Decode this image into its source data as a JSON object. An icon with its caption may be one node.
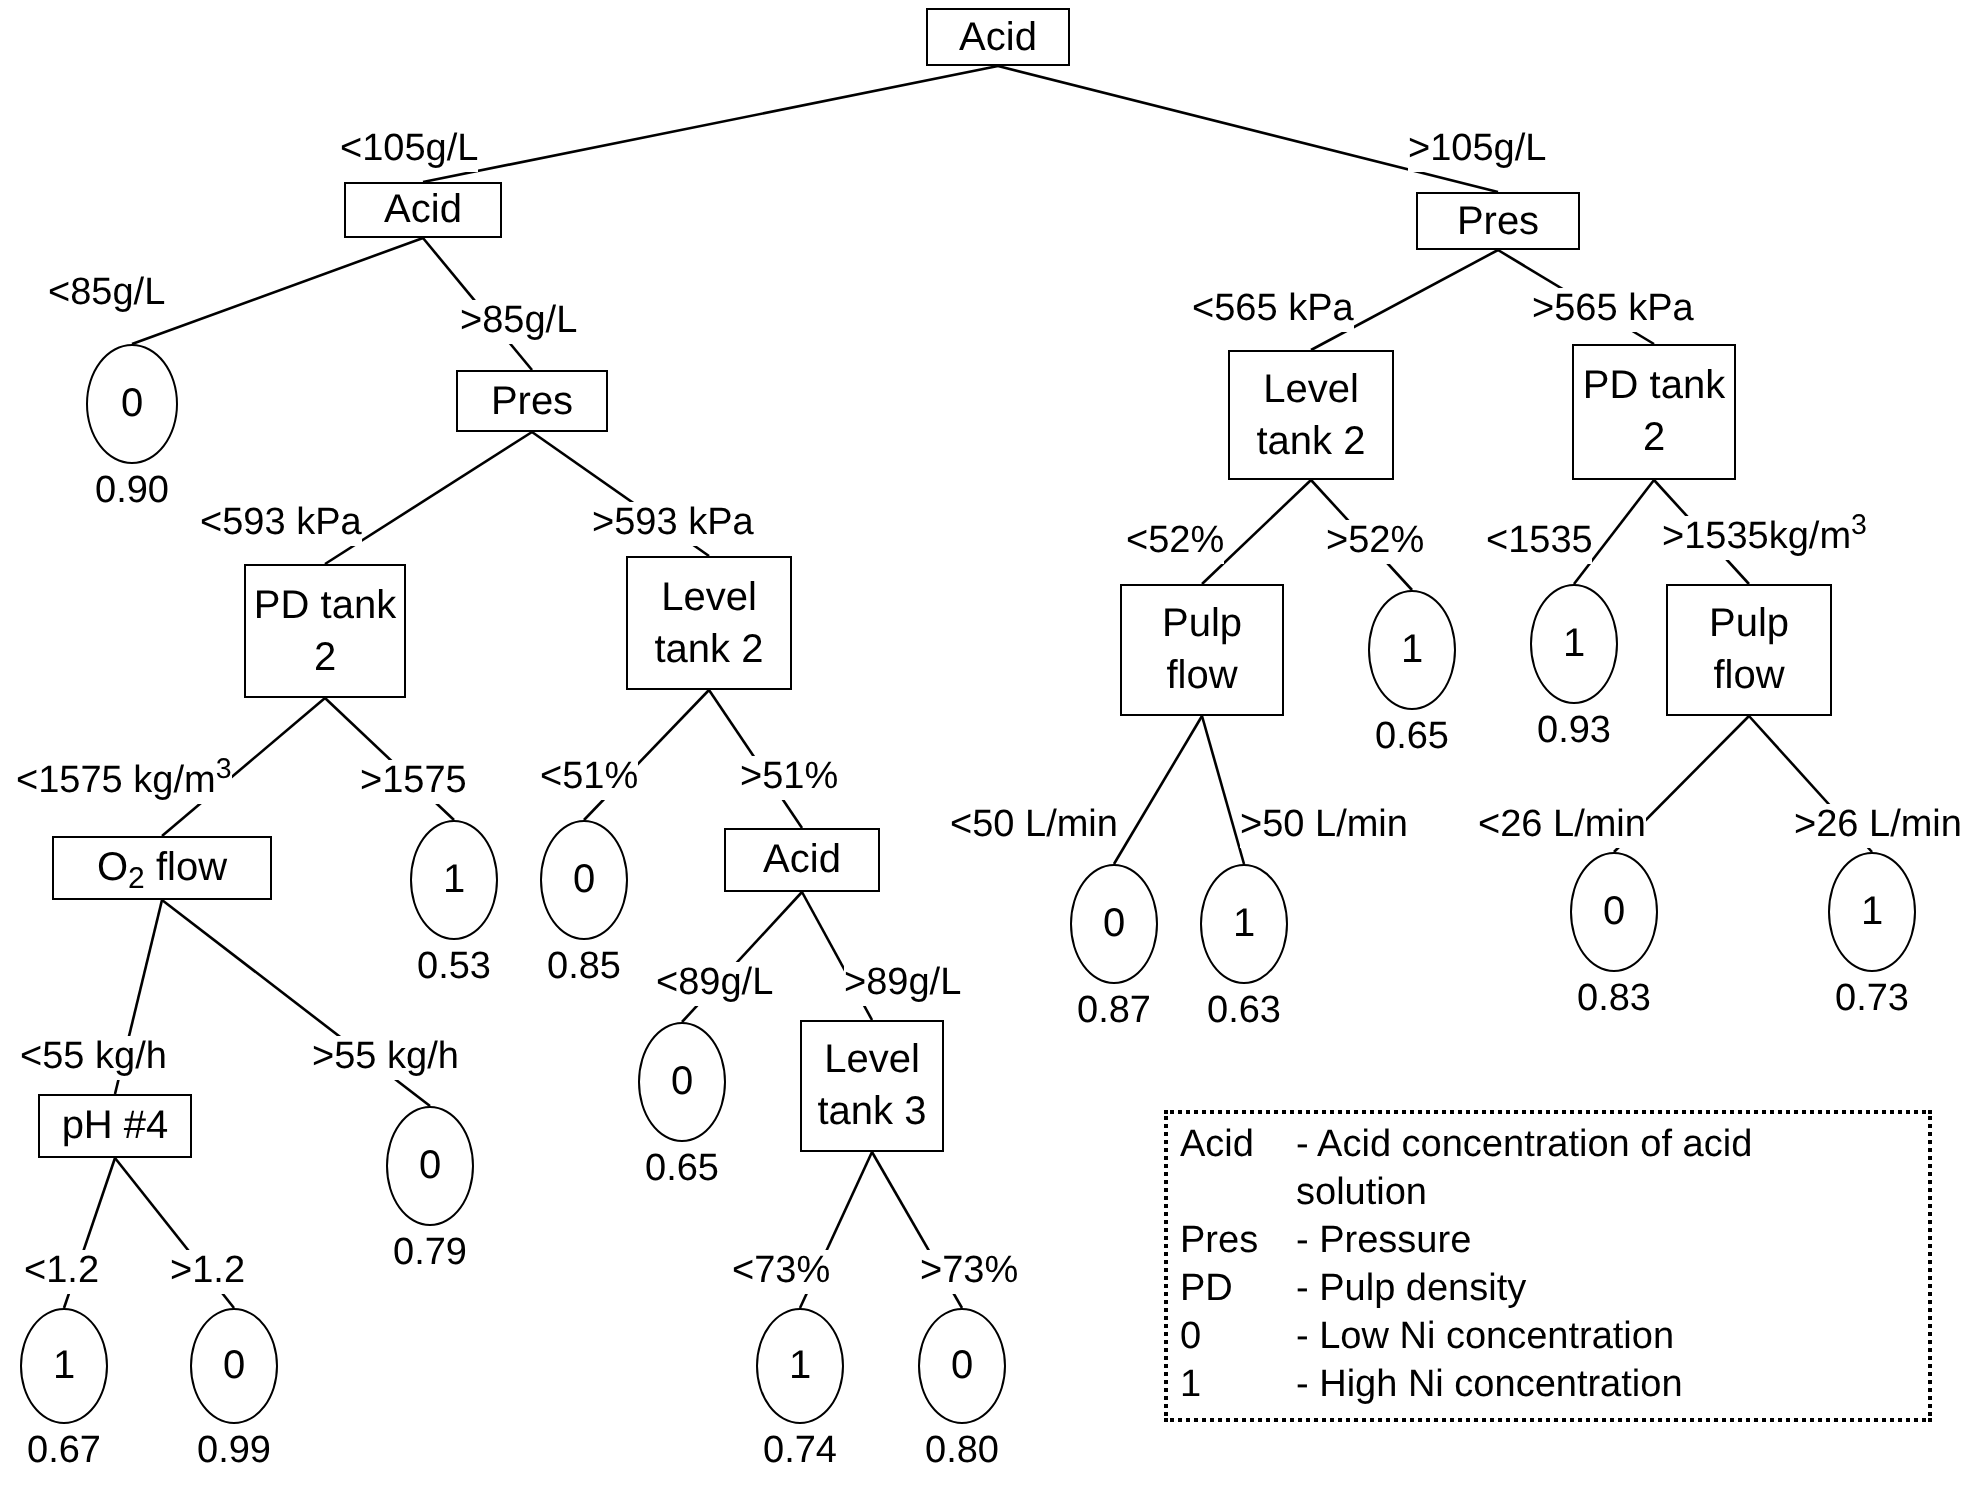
{
  "diagram": {
    "nodes": [
      {
        "text": [
          "Acid"
        ]
      },
      {
        "text": [
          "Acid"
        ]
      },
      {
        "text": [
          "Pres"
        ]
      },
      {
        "text": [
          "0"
        ],
        "beside": [
          "0.90"
        ]
      },
      {
        "text": [
          "Pres"
        ]
      },
      {
        "text": [
          "Level tank 2"
        ]
      },
      {
        "text": [
          "PD tank 2"
        ]
      },
      {
        "text": [
          "PD tank 2"
        ]
      },
      {
        "text": [
          "Level tank 2"
        ]
      },
      {
        "text": [
          "Pulp flow"
        ]
      },
      {
        "text": [
          "1"
        ],
        "beside": [
          "0.65"
        ]
      },
      {
        "text": [
          "1"
        ],
        "beside": [
          "0.93"
        ]
      },
      {
        "text": [
          "Pulp flow"
        ]
      },
      {
        "text": [
          "O$_{2}$ flow"
        ]
      },
      {
        "text": [
          "1"
        ],
        "beside": [
          "0.53"
        ]
      },
      {
        "text": [
          "0"
        ],
        "beside": [
          "0.85"
        ]
      },
      {
        "text": [
          "Acid"
        ]
      },
      {
        "text": [
          "0"
        ],
        "beside": [
          "0.87"
        ]
      },
      {
        "text": [
          "1"
        ],
        "beside": [
          "0.63"
        ]
      },
      {
        "text": [
          "0"
        ],
        "beside": [
          "0.83"
        ]
      },
      {
        "text": [
          "1"
        ],
        "beside": [
          "0.73"
        ]
      },
      {
        "text": [
          "pH #4"
        ]
      },
      {
        "text": [
          "0"
        ],
        "beside": [
          "0.79"
        ]
      },
      {
        "text": [
          "0"
        ],
        "beside": [
          "0.65"
        ]
      },
      {
        "text": [
          "Level tank 3"
        ]
      },
      {
        "text": [
          "1"
        ],
        "beside": [
          "0.67"
        ]
      },
      {
        "text": [
          "0"
        ],
        "beside": [
          "0.99"
        ]
      },
      {
        "text": [
          "1"
        ],
        "beside": [
          "0.74"
        ]
      },
      {
        "text": [
          "0"
        ],
        "beside": [
          "0.80"
        ]
      }
    ],
    "edges": [
      {
        "from": 0,
        "to": 1,
        "arrow": "none",
        "label": "<105g/L"
      },
      {
        "from": 0,
        "to": 2,
        "arrow": "none",
        "label": ">105g/L"
      },
      {
        "from": 1,
        "to": 3,
        "arrow": "none",
        "label": "<85g/L"
      },
      {
        "from": 1,
        "to": 4,
        "arrow": "none",
        "label": ">85g/L"
      },
      {
        "from": 4,
        "to": 7,
        "arrow": "none",
        "label": "<593 kPa"
      },
      {
        "from": 4,
        "to": 8,
        "arrow": "none",
        "label": ">593 kPa"
      },
      {
        "from": 2,
        "to": 5,
        "arrow": "none",
        "label": "<565 kPa"
      },
      {
        "from": 2,
        "to": 6,
        "arrow": "none",
        "label": ">565 kPa"
      },
      {
        "from": 5,
        "to": 9,
        "arrow": "none",
        "label": "<52%"
      },
      {
        "from": 5,
        "to": 10,
        "arrow": "none",
        "label": ">52%"
      },
      {
        "from": 6,
        "to": 11,
        "arrow": "none",
        "label": "<1535"
      },
      {
        "from": 6,
        "to": 12,
        "arrow": "none",
        "label": ">1535kg/m$^{3}$"
      },
      {
        "from": 7,
        "to": 13,
        "arrow": "none",
        "label": "<1575 kg/m$^{3}$"
      },
      {
        "from": 7,
        "to": 14,
        "arrow": "none",
        "label": ">1575"
      },
      {
        "from": 8,
        "to": 15,
        "arrow": "none",
        "label": "<51%"
      },
      {
        "from": 8,
        "to": 16,
        "arrow": "none",
        "label": ">51%"
      },
      {
        "from": 9,
        "to": 17,
        "arrow": "none",
        "label": "<50 L/min"
      },
      {
        "from": 9,
        "to": 18,
        "arrow": "none",
        "label": ">50 L/min"
      },
      {
        "from": 12,
        "to": 19,
        "arrow": "none",
        "label": "<26 L/min"
      },
      {
        "from": 12,
        "to": 20,
        "arrow": "none",
        "label": ">26 L/min"
      },
      {
        "from": 13,
        "to": 21,
        "arrow": "none",
        "label": "<55 kg/h"
      },
      {
        "from": 13,
        "to": 22,
        "arrow": "none",
        "label": ">55 kg/h"
      },
      {
        "from": 16,
        "to": 23,
        "arrow": "none",
        "label": "<89g/L"
      },
      {
        "from": 16,
        "to": 24,
        "arrow": "none",
        "label": ">89g/L"
      },
      {
        "from": 21,
        "to": 25,
        "arrow": "none",
        "label": "<1.2"
      },
      {
        "from": 21,
        "to": 26,
        "arrow": "none",
        "label": ">1.2"
      },
      {
        "from": 24,
        "to": 27,
        "arrow": "none",
        "label": "<73%"
      },
      {
        "from": 24,
        "to": 28,
        "arrow": "none",
        "label": ">73%"
      }
    ],
    "labels": [
      "Acid",
      "- Acid concentration of acid solution",
      "Pres",
      "- Pressure",
      "PD",
      "- Pulp density",
      "0",
      "- Low Ni concentration",
      "1",
      "- High Ni concentration"
    ]
  }
}
